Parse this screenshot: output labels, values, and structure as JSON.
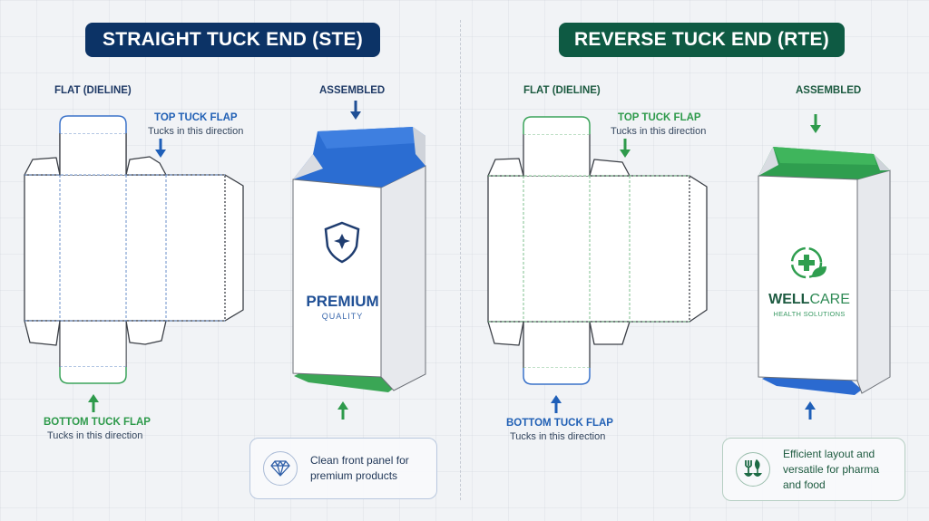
{
  "titles": {
    "ste": "STRAIGHT TUCK END (STE)",
    "rte": "REVERSE TUCK END (RTE)"
  },
  "colors": {
    "ste_title_bg": "#0c3366",
    "rte_title_bg": "#0e5a43",
    "blue_accent": "#2f6fd6",
    "green_accent": "#2f9e4f",
    "background": "#f1f3f6"
  },
  "ste": {
    "flat_label": "FLAT (DIELINE)",
    "assembled_label": "ASSEMBLED",
    "top_flap": {
      "title": "TOP TUCK FLAP",
      "sub": "Tucks in this direction"
    },
    "bottom_flap": {
      "title": "BOTTOM TUCK FLAP",
      "sub": "Tucks in this direction"
    },
    "brand": {
      "icon": "shield-star-icon",
      "name": "PREMIUM",
      "tagline": "QUALITY"
    },
    "callout": {
      "icon": "diamond-icon",
      "line1": "Clean front panel for",
      "line2": "premium products"
    }
  },
  "rte": {
    "flat_label": "FLAT (DIELINE)",
    "assembled_label": "ASSEMBLED",
    "top_flap": {
      "title": "TOP TUCK FLAP",
      "sub": "Tucks in this direction"
    },
    "bottom_flap": {
      "title": "BOTTOM TUCK FLAP",
      "sub": "Tucks in this direction"
    },
    "brand": {
      "icon": "medical-cross-leaf-icon",
      "name_bold": "WELL",
      "name_light": "CARE",
      "tagline": "HEALTH SOLUTIONS"
    },
    "callout": {
      "icon": "fork-leaf-icon",
      "line1": "Efficient layout and",
      "line2": "versatile for pharma",
      "line3": "and food"
    }
  }
}
